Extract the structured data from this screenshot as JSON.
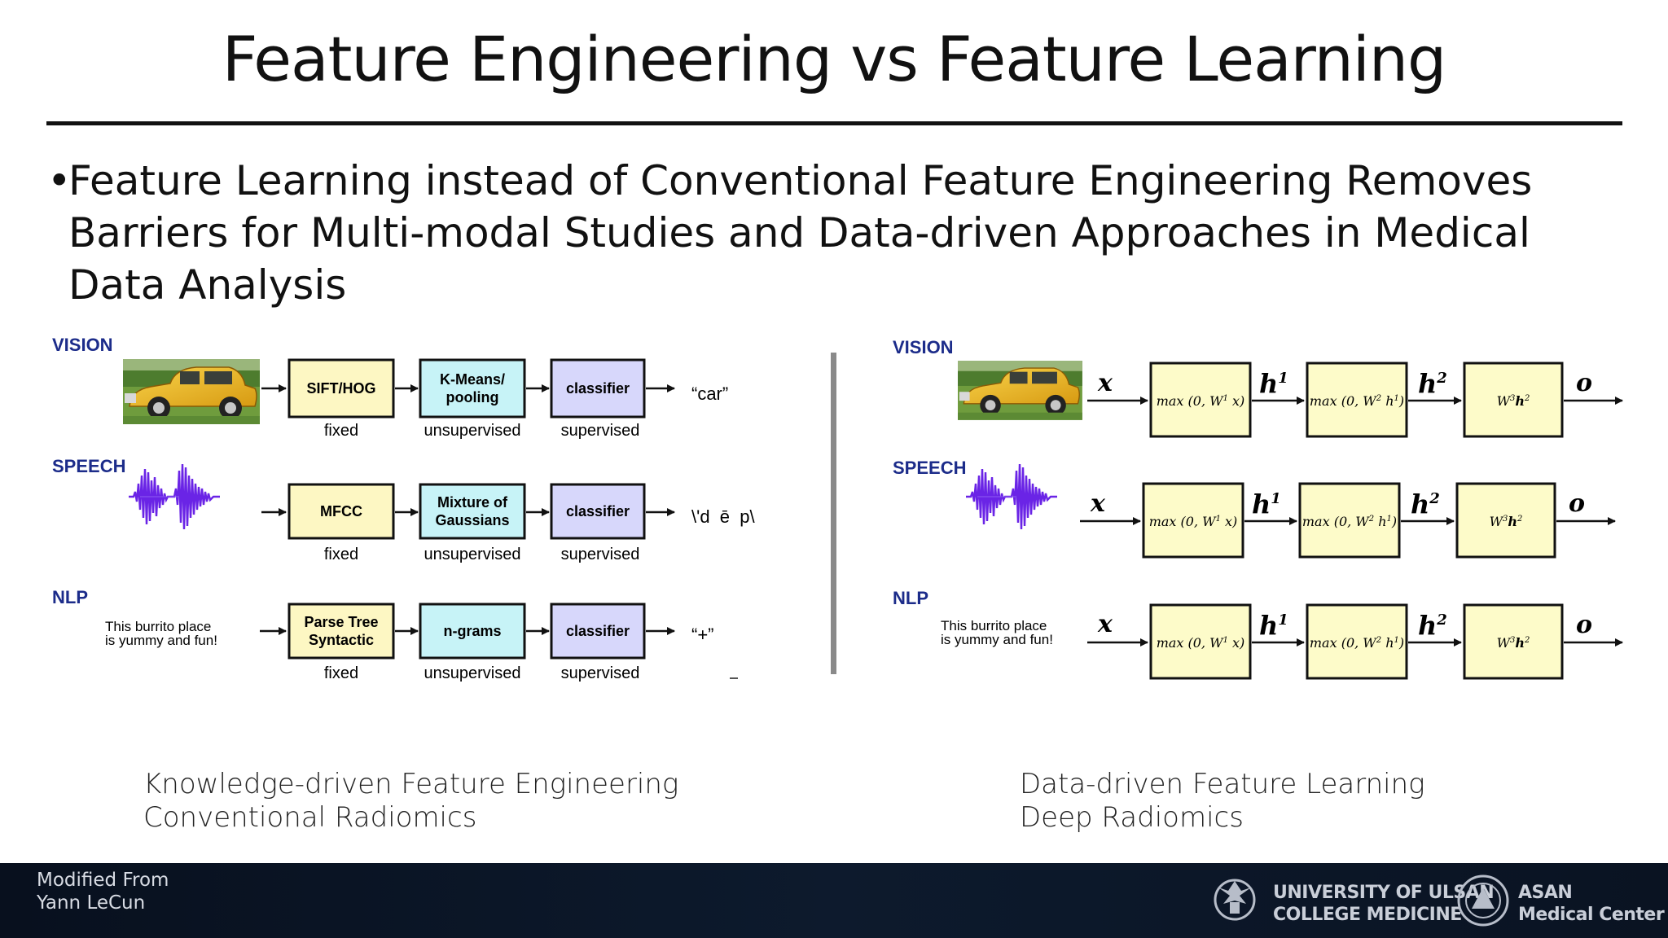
{
  "slide": {
    "title": "Feature Engineering vs Feature Learning",
    "bullet": "Feature Learning instead of Conventional Feature Engineering Removes Barriers for Multi-modal  Studies and Data-driven Approaches in Medical Data Analysis",
    "bullet_symbol": "•"
  },
  "left_diagram": {
    "rows": [
      {
        "label": "VISION",
        "stages": [
          "SIFT/HOG",
          "K-Means/ pooling",
          "classifier"
        ],
        "output": "“car”"
      },
      {
        "label": "SPEECH",
        "stages": [
          "MFCC",
          "Mixture of Gaussians",
          "classifier"
        ],
        "output": "\\'d  ē  p\\"
      },
      {
        "label": "NLP",
        "input_text": [
          "This burrito place",
          "is yummy and fun!"
        ],
        "stages": [
          "Parse Tree Syntactic",
          "n-grams",
          "classifier"
        ],
        "output": "“+”"
      }
    ],
    "stage_types": [
      "fixed",
      "unsupervised",
      "supervised"
    ],
    "stage_colors": [
      "#fdf7c3",
      "#c7f3f7",
      "#d7d7fb"
    ]
  },
  "right_diagram": {
    "rows": [
      {
        "label": "VISION"
      },
      {
        "label": "SPEECH"
      },
      {
        "label": "NLP",
        "input_text": [
          "This burrito place",
          "is yummy and fun!"
        ]
      }
    ],
    "input_symbol": "x",
    "hidden_1": "h",
    "hidden_2": "h",
    "sup_1": "1",
    "sup_2": "2",
    "output_symbol": "o",
    "layer_1": "max (0, W",
    "layer_1_tail": " x)",
    "layer_2": "max (0, W",
    "layer_2_tail": " h",
    "layer_3": "W",
    "box_color": "#fdfbc9"
  },
  "captions": {
    "left_line1": "Knowledge-driven Feature Engineering",
    "left_line2": "Conventional Radiomics",
    "right_line1": "Data-driven Feature Learning",
    "right_line2": "Deep Radiomics"
  },
  "footer": {
    "credit_line1": "Modified From",
    "credit_line2": "Yann LeCun",
    "uou_line1": "UNIVERSITY OF ULSAN",
    "uou_line2": "COLLEGE MEDICINE",
    "amc_line1": "ASAN",
    "amc_line2": "Medical Center"
  }
}
